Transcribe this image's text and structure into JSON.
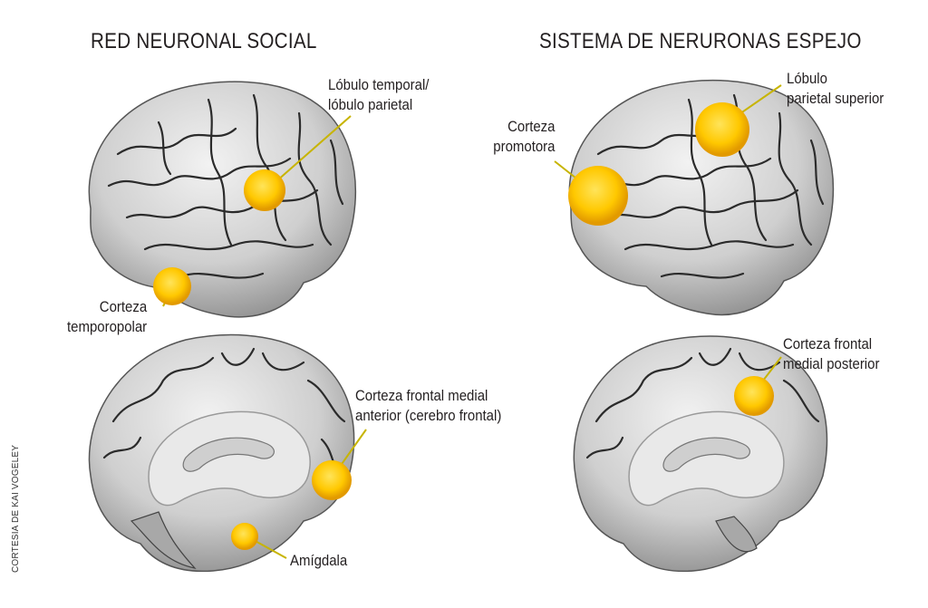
{
  "titles": {
    "left": "RED NEURONAL SOCIAL",
    "right": "SISTEMA DE NERURONAS ESPEJO"
  },
  "labels": {
    "temporal_parietal": [
      "Lóbulo temporal/",
      "lóbulo parietal"
    ],
    "temporopolar": [
      "Corteza",
      "temporopolar"
    ],
    "promotora": [
      "Corteza",
      "promotora"
    ],
    "parietal_superior": [
      "Lóbulo",
      "parietal superior"
    ],
    "frontal_medial_anterior": [
      "Corteza frontal medial",
      "anterior (cerebro frontal)"
    ],
    "amigdala": "Amígdala",
    "frontal_medial_posterior": [
      "Corteza frontal",
      "medial posterior"
    ]
  },
  "credit": "CORTESIA DE KAI VOGELEY",
  "colors": {
    "hotspot_center": "#ffe45a",
    "hotspot_mid": "#ffc800",
    "hotspot_edge": "#e29a00",
    "leader_line": "#c7b400",
    "brain_fill": "#d6d6d6",
    "brain_shadow": "#8c8c8c",
    "gyri_line": "#2b2b2b"
  }
}
